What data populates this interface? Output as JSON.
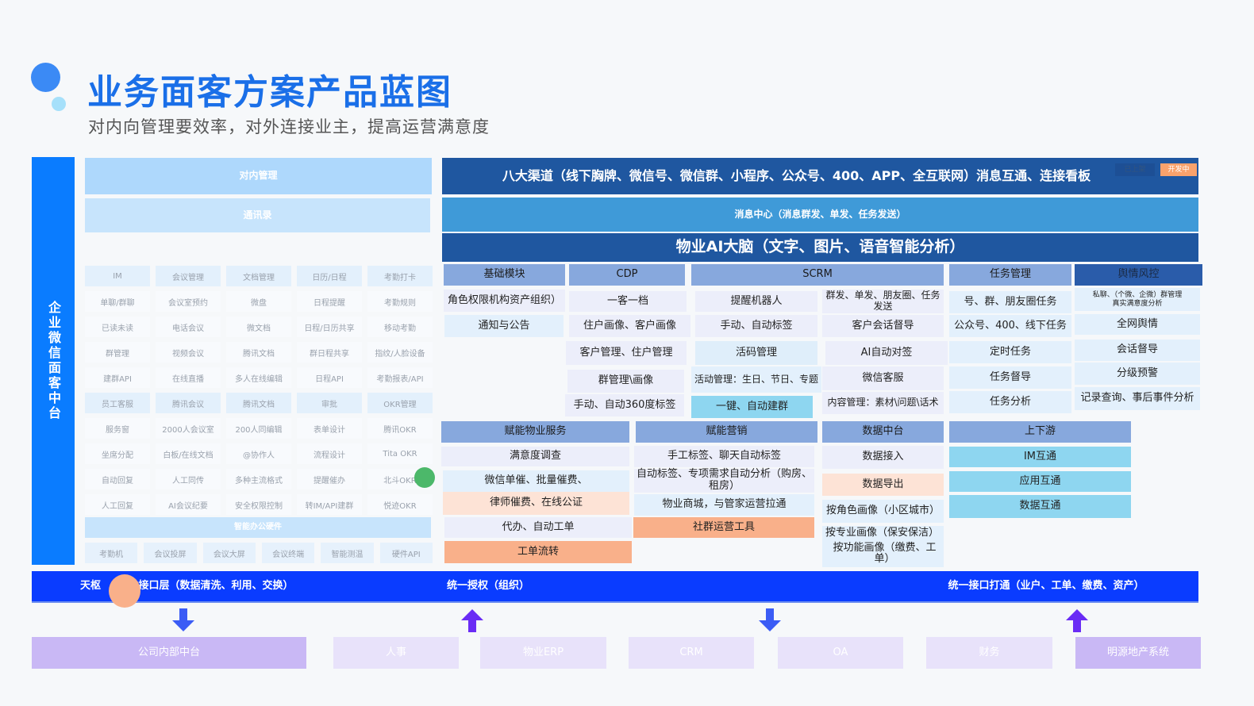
{
  "header": {
    "title": "业务面客方案产品蓝图",
    "subtitle": "对内向管理要效率，对外连接业主，提高运营满意度"
  },
  "colors": {
    "accent": "#1a6fe8",
    "side_bar": "#0a7cff",
    "dark_banner": "#1f57a0",
    "interface_bar": "#0a3cff"
  },
  "side_label": "企业微信面客中台",
  "internal": {
    "title": "对内管理",
    "contacts": "通讯录",
    "grid": [
      [
        "IM",
        "会议管理",
        "文档管理",
        "日历/日程",
        "考勤打卡"
      ],
      [
        "单聊/群聊",
        "会议室预约",
        "微盘",
        "日程提醒",
        "考勤规则"
      ],
      [
        "已读未读",
        "电话会议",
        "微文档",
        "日程/日历共享",
        "移动考勤"
      ],
      [
        "群管理",
        "视频会议",
        "腾讯文档",
        "群日程共享",
        "指纹/人脸设备"
      ],
      [
        "建群API",
        "在线直播",
        "多人在线编辑",
        "日程API",
        "考勤报表/API"
      ],
      [
        "员工客服",
        "腾讯会议",
        "腾讯文档",
        "审批",
        "OKR管理"
      ],
      [
        "服务窗",
        "2000人会议室",
        "200人同编辑",
        "表单设计",
        "腾讯OKR"
      ],
      [
        "坐席分配",
        "白板/在线文档",
        "@协作人",
        "流程设计",
        "Tita OKR"
      ],
      [
        "自动回复",
        "人工同传",
        "多种主流格式",
        "提醒催办",
        "北斗OKR"
      ],
      [
        "人工回复",
        "AI会议纪要",
        "安全权限控制",
        "转IM/API建群",
        "悦迹OKR"
      ]
    ],
    "hardware_title": "智能办公硬件",
    "hardware": [
      "考勤机",
      "会议投屏",
      "会议大屏",
      "会议终端",
      "智能测温",
      "硬件API"
    ]
  },
  "banners": {
    "channels": "八大渠道（线下胸牌、微信号、微信群、小程序、公众号、400、APP、全互联网）消息互通、连接看板",
    "tag_live": "已上架",
    "tag_dev": "开发中",
    "message_center": "消息中心（消息群发、单发、任务发送）",
    "ai_brain": "物业AI大脑（文字、图片、语音智能分析）"
  },
  "modules": {
    "basic": {
      "title": "基础模块",
      "items": [
        "角色权限机构资产组织）",
        "通知与公告"
      ]
    },
    "cdp": {
      "title": "CDP",
      "items": [
        "一客一档",
        "住户画像、客户画像",
        "客户管理、住户管理",
        "群管理\\画像",
        "手动、自动360度标签"
      ]
    },
    "scrm": {
      "title": "SCRM",
      "col1": [
        "提醒机器人",
        "手动、自动标签",
        "活码管理",
        "活动管理：生日、节日、专题",
        "一键、自动建群"
      ],
      "col2": [
        "群发、单发、朋友圈、任务发送",
        "客户会话督导",
        "AI自动对签",
        "微信客服",
        "内容管理：素材\\问题\\话术"
      ]
    },
    "task": {
      "title": "任务管理",
      "items": [
        "号、群、朋友圈任务",
        "公众号、400、线下任务",
        "定时任务",
        "任务督导",
        "任务分析"
      ]
    },
    "risk": {
      "title": "舆情风控",
      "items": [
        "私聊、（个微、企微）群管理 真实满意度分析",
        "全网舆情",
        "会话督导",
        "分级预警",
        "记录查询、事后事件分析"
      ]
    },
    "property": {
      "title": "赋能物业服务",
      "items": [
        "满意度调查",
        "微信单催、批量催费、",
        "律师催费、在线公证",
        "代办、自动工单",
        "工单流转"
      ]
    },
    "marketing": {
      "title": "赋能营销",
      "items": [
        "手工标签、聊天自动标签",
        "自动标签、专项需求自动分析（购房、租房）",
        "物业商城，与管家运营拉通",
        "社群运营工具"
      ]
    },
    "data": {
      "title": "数据中台",
      "items": [
        "数据接入",
        "数据导出",
        "按角色画像（小区城市）",
        "按专业画像（保安保洁）",
        "按功能画像（缴费、工单）"
      ]
    },
    "upstream": {
      "title": "上下游",
      "items": [
        "IM互通",
        "应用互通",
        "数据互通"
      ]
    }
  },
  "interface_bar": {
    "t1": "天枢",
    "t2": "接口层（数据清洗、利用、交换）",
    "t3": "统一授权（组织）",
    "t4": "统一接口打通（业户、工单、缴费、资产）"
  },
  "systems": [
    "公司内部中台",
    "人事",
    "物业ERP",
    "CRM",
    "OA",
    "财务",
    "明源地产系统"
  ]
}
